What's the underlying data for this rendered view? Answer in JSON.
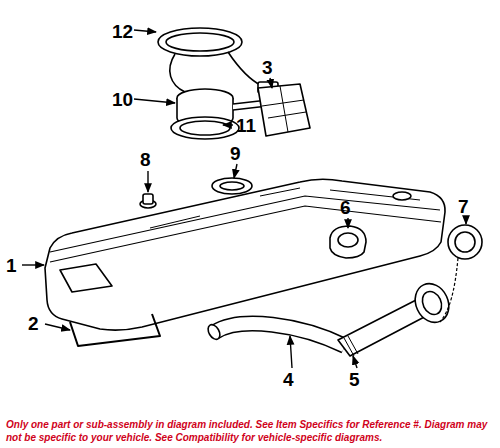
{
  "diagram": {
    "nodes": [
      {
        "text": [
          "Only one part or sub-assembly in diagram included. See Item Specifics for Reference #. Diagram may not be specific to your vehicle. See Compatibility for vehicle-specific diagrams."
        ]
      }
    ],
    "labels": [
      "12",
      "3",
      "10",
      "11",
      "8",
      "9",
      "6",
      "7",
      "1",
      "2",
      "4",
      "5"
    ]
  }
}
